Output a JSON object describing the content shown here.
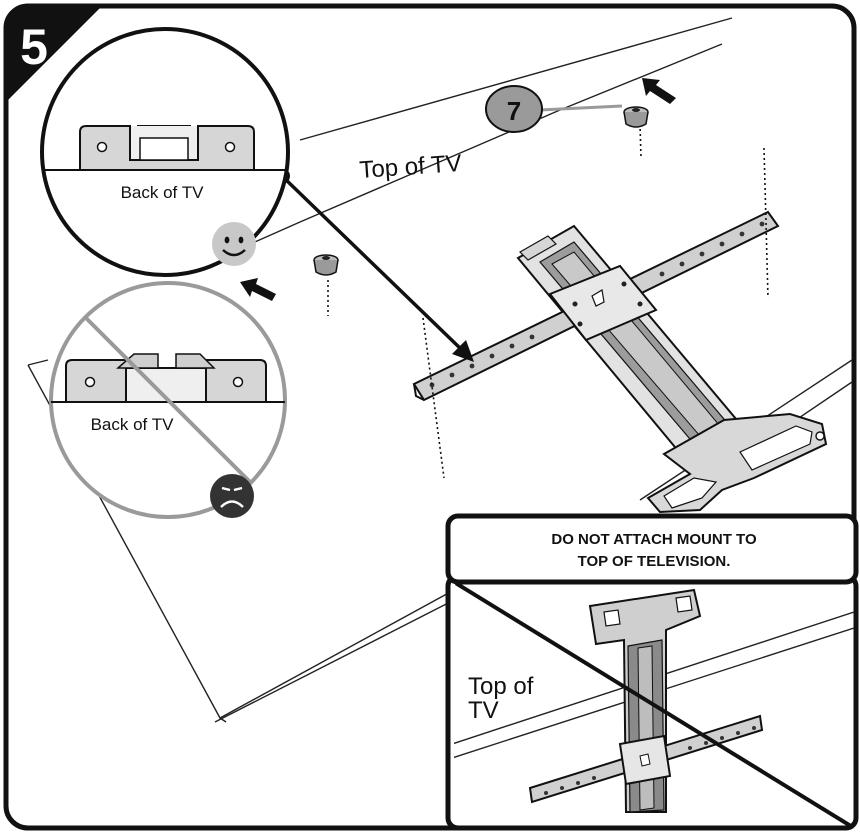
{
  "step": {
    "number": "5"
  },
  "callout": {
    "number": "7"
  },
  "labels": {
    "top_of_tv": "Top of TV",
    "back_of_tv_correct": "Back of TV",
    "back_of_tv_incorrect": "Back of TV"
  },
  "warning": {
    "line1": "DO  NOT ATTACH MOUNT TO",
    "line2": "TOP OF TELEVISION.",
    "inset_label_line1": "Top of",
    "inset_label_line2": "TV"
  },
  "icons": {
    "correct": "happy-face-icon",
    "incorrect": "sad-face-icon",
    "arrow": "push-arrow-icon"
  },
  "colors": {
    "ink": "#111111",
    "badge_gray": "#9a9a9a",
    "happy_gray": "#c8c8c8",
    "sad_dark": "#333333",
    "metal_light": "#d4d4d4",
    "metal_dark": "#8a8a8a"
  }
}
